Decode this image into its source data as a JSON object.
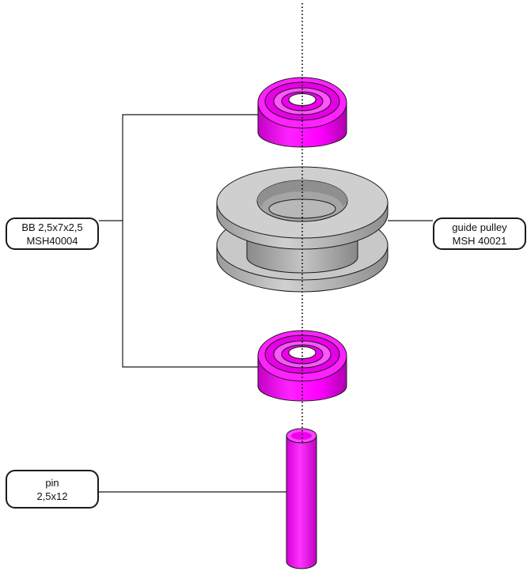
{
  "labels": {
    "bearing": {
      "line1": "BB 2,5x7x2,5",
      "line2": "MSH40004"
    },
    "pulley": {
      "line1": "guide pulley",
      "line2": "MSH 40021"
    },
    "pin": {
      "line1": "pin",
      "line2": "2,5x12"
    }
  },
  "colors": {
    "bearing": "#ff00ff",
    "pulley": "#bdbdbd",
    "outline": "#1a1a1a",
    "axis": "#111111"
  }
}
